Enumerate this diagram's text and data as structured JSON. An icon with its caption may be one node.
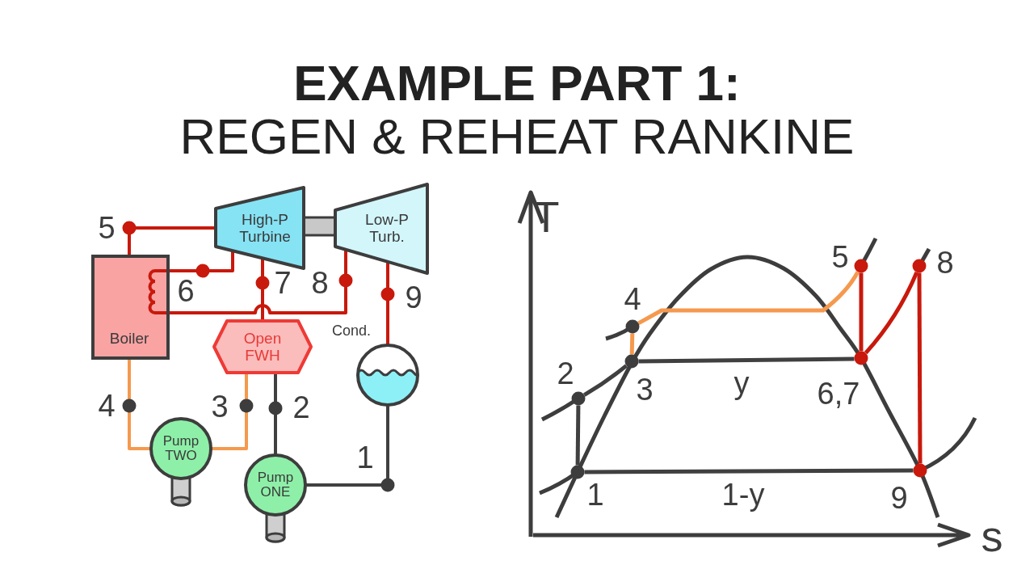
{
  "diagram": {
    "title": "**EXAMPLE PART 1:** REGEN & REHEAT RANKINE",
    "nodes": [
      {
        "text": [
          "High-P Turbine"
        ]
      },
      {
        "text": [
          "Low-P Turb."
        ]
      },
      {
        "text": [
          "Boiler"
        ]
      },
      {
        "text": [
          "Open FWH"
        ]
      },
      {
        "text": [
          "Cond."
        ]
      },
      {
        "text": [
          "Pump TWO"
        ]
      },
      {
        "text": [
          "Pump ONE"
        ]
      },
      {
        "text": [],
        "shape": "circle",
        "beside": [
          "5"
        ]
      },
      {
        "text": [],
        "shape": "circle",
        "beside": [
          "8"
        ]
      },
      {
        "text": [],
        "shape": "circle",
        "beside": [
          "4"
        ]
      },
      {
        "text": [],
        "shape": "circle",
        "beside": [
          "3"
        ]
      },
      {
        "text": [],
        "shape": "circle",
        "beside": [
          "6,7"
        ]
      },
      {
        "text": [],
        "shape": "circle",
        "beside": [
          "2"
        ]
      },
      {
        "text": [],
        "shape": "circle",
        "beside": [
          "1"
        ]
      },
      {
        "text": [],
        "shape": "circle",
        "beside": [
          "9"
        ]
      }
    ],
    "edges": [
      {
        "from": 2,
        "to": 0,
        "arrow": "none",
        "label": "5"
      },
      {
        "from": 0,
        "to": 2,
        "arrow": "none",
        "label": "6"
      },
      {
        "from": 0,
        "to": 3,
        "arrow": "none",
        "label": "7"
      },
      {
        "from": 2,
        "to": 1,
        "arrow": "none",
        "label": "8"
      },
      {
        "from": 1,
        "to": 4,
        "arrow": "none",
        "label": "9"
      },
      {
        "from": 4,
        "to": 6,
        "arrow": "none",
        "label": "1",
        "color": "#404040"
      },
      {
        "from": 6,
        "to": 3,
        "arrow": "none",
        "label": "2",
        "color": "#404040"
      },
      {
        "from": 3,
        "to": 5,
        "arrow": "none",
        "label": "3",
        "color": "#f5994e"
      },
      {
        "from": 5,
        "to": 2,
        "arrow": "none",
        "label": "4",
        "color": "#f5994e"
      },
      {
        "from": 0,
        "to": 1,
        "arrow": "none",
        "style": "thick",
        "color": "#c8c8c8"
      },
      {
        "from": 10,
        "to": 9,
        "arrow": "none",
        "color": "#f5994e"
      },
      {
        "from": 9,
        "to": 7,
        "arrow": "none",
        "color": "#f5994e"
      },
      {
        "from": 7,
        "to": 11,
        "arrow": "none"
      },
      {
        "from": 11,
        "to": 8,
        "arrow": "none"
      },
      {
        "from": 8,
        "to": 14,
        "arrow": "none"
      },
      {
        "from": 13,
        "to": 12,
        "arrow": "none",
        "color": "#404040"
      },
      {
        "from": 12,
        "to": 10,
        "arrow": "none",
        "color": "#404040"
      },
      {
        "from": 11,
        "to": 10,
        "arrow": "none",
        "label": "y",
        "color": "#404040"
      },
      {
        "from": 14,
        "to": 13,
        "arrow": "none",
        "label": "1-y",
        "color": "#404040"
      }
    ],
    "labels": [
      "T",
      "s"
    ]
  }
}
